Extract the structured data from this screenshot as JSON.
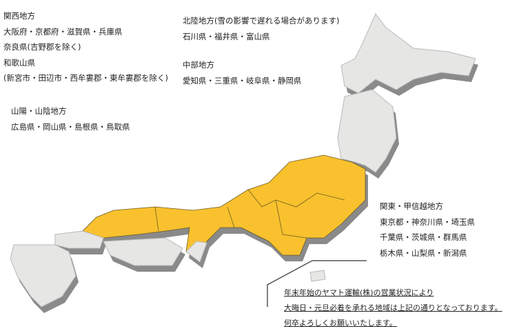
{
  "regions": {
    "kansai": {
      "title": "関西地方",
      "lines": [
        "大阪府・京都府・滋賀県・兵庫県",
        "奈良県(吉野郡を除く)",
        "和歌山県",
        "(新宮市・田辺市・西牟婁郡・東牟婁郡を除く)"
      ]
    },
    "sanyo_sanin": {
      "title": "山陽・山陰地方",
      "lines": [
        "広島県・岡山県・島根県・鳥取県"
      ]
    },
    "hokuriku": {
      "title": "北陸地方(雪の影響で遅れる場合があります)",
      "lines": [
        "石川県・福井県・富山県"
      ]
    },
    "chubu": {
      "title": "中部地方",
      "lines": [
        "愛知県・三重県・岐阜県・静岡県"
      ]
    },
    "kanto": {
      "title": "関東・甲信越地方",
      "lines": [
        "東京都・神奈川県・埼玉県",
        "千葉県・茨城県・群馬県",
        "栃木県・山梨県・新潟県"
      ]
    }
  },
  "notice": {
    "lines": [
      "年末年始のヤマト運輸(株)の営業状況により",
      "大晦日・元旦必着を承れる地域は上記の通りとなっております。",
      "何卒よろしくお願いいたします。"
    ]
  },
  "colors": {
    "available": "#f9c12e",
    "unavailable": "#e6e6e4",
    "shadow": "#8a8a8a",
    "border": "#6b5a20"
  }
}
